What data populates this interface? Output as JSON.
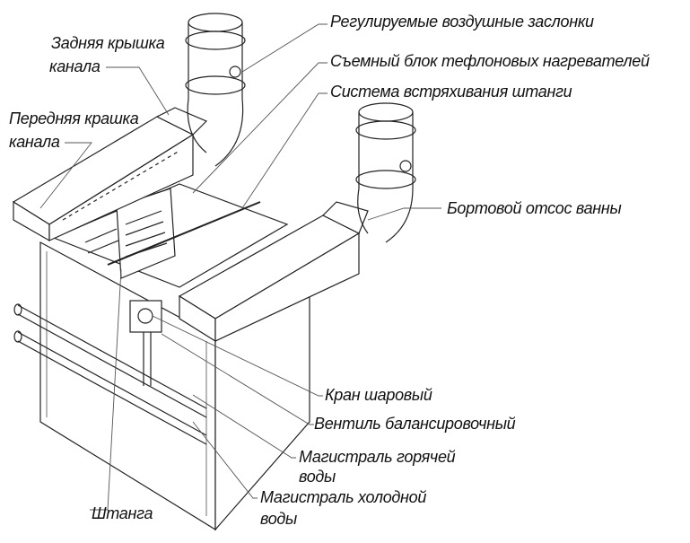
{
  "labels": {
    "dampers": "Регулируемые воздушные заслонки",
    "heater_block": "Съемный блок тефлоновых нагревателей",
    "shaking_system": "Система встряхивания штанги",
    "rear_cover_1": "Задняя крышка",
    "rear_cover_2": "канала",
    "front_cover_1": "Передняя крашка",
    "front_cover_2": "канала",
    "side_exhaust": "Бортовой отсос ванны",
    "ball_valve": "Кран шаровый",
    "balancing_valve": "Вентиль балансировочный",
    "hot_water_1": "Магистраль горячей",
    "hot_water_2": "воды",
    "cold_water_1": "Магистраль холодной",
    "cold_water_2": "воды",
    "rod": "Штанга"
  }
}
